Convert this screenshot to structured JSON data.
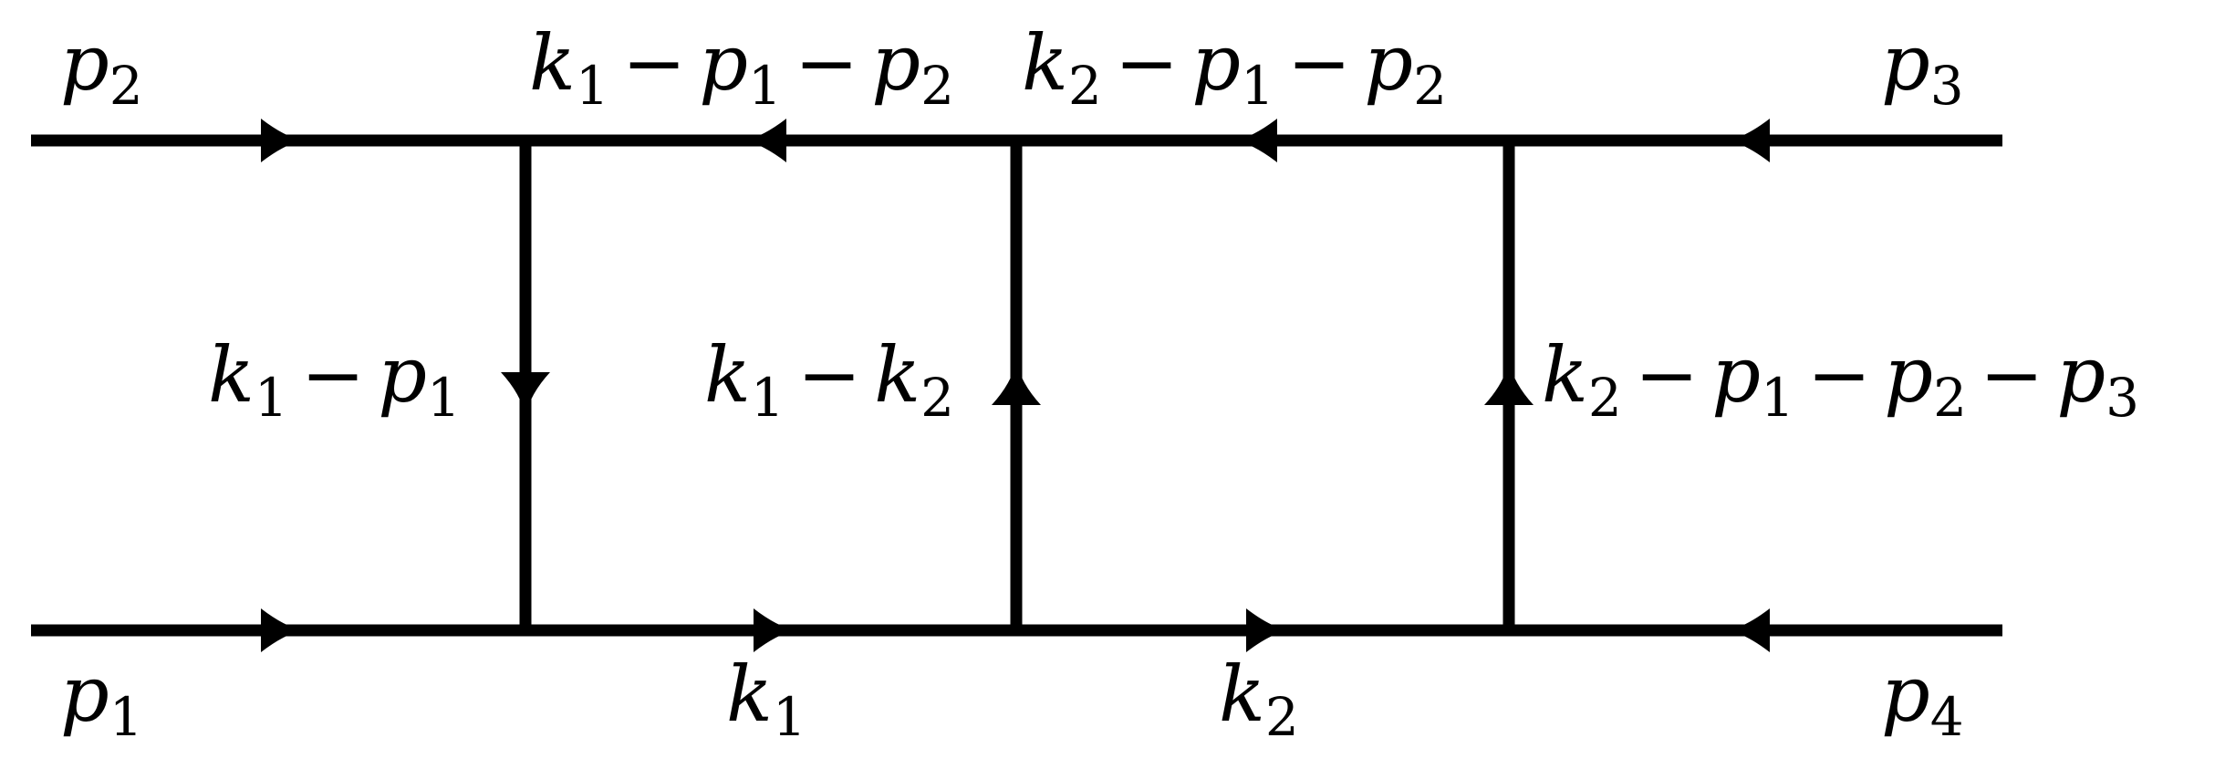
{
  "diagram": {
    "type": "feynman-double-box",
    "colors": {
      "line": "#000000",
      "background": "#ffffff"
    },
    "labels": {
      "p2": {
        "base": "p",
        "sub": "2"
      },
      "p1": {
        "base": "p",
        "sub": "1"
      },
      "p3": {
        "base": "p",
        "sub": "3"
      },
      "p4": {
        "base": "p",
        "sub": "4"
      },
      "top_left_prop": {
        "a": "k",
        "a_sub": "1",
        "op1": "−",
        "b": "p",
        "b_sub": "1",
        "op2": "−",
        "c": "p",
        "c_sub": "2"
      },
      "top_right_prop": {
        "a": "k",
        "a_sub": "2",
        "op1": "−",
        "b": "p",
        "b_sub": "1",
        "op2": "−",
        "c": "p",
        "c_sub": "2"
      },
      "left_rung": {
        "a": "k",
        "a_sub": "1",
        "op1": "−",
        "b": "p",
        "b_sub": "1"
      },
      "middle_rung": {
        "a": "k",
        "a_sub": "1",
        "op1": "−",
        "b": "k",
        "b_sub": "2"
      },
      "right_rung": {
        "a": "k",
        "a_sub": "2",
        "op1": "−",
        "b": "p",
        "b_sub": "1",
        "op2": "−",
        "c": "p",
        "c_sub": "2",
        "op3": "−",
        "d": "p",
        "d_sub": "3"
      },
      "bottom_mid_left": {
        "base": "k",
        "sub": "1"
      },
      "bottom_mid_right": {
        "base": "k",
        "sub": "2"
      }
    },
    "arrow_icons": [
      "arrow-right-icon",
      "arrow-left-icon",
      "arrow-down-icon",
      "arrow-up-icon"
    ]
  }
}
